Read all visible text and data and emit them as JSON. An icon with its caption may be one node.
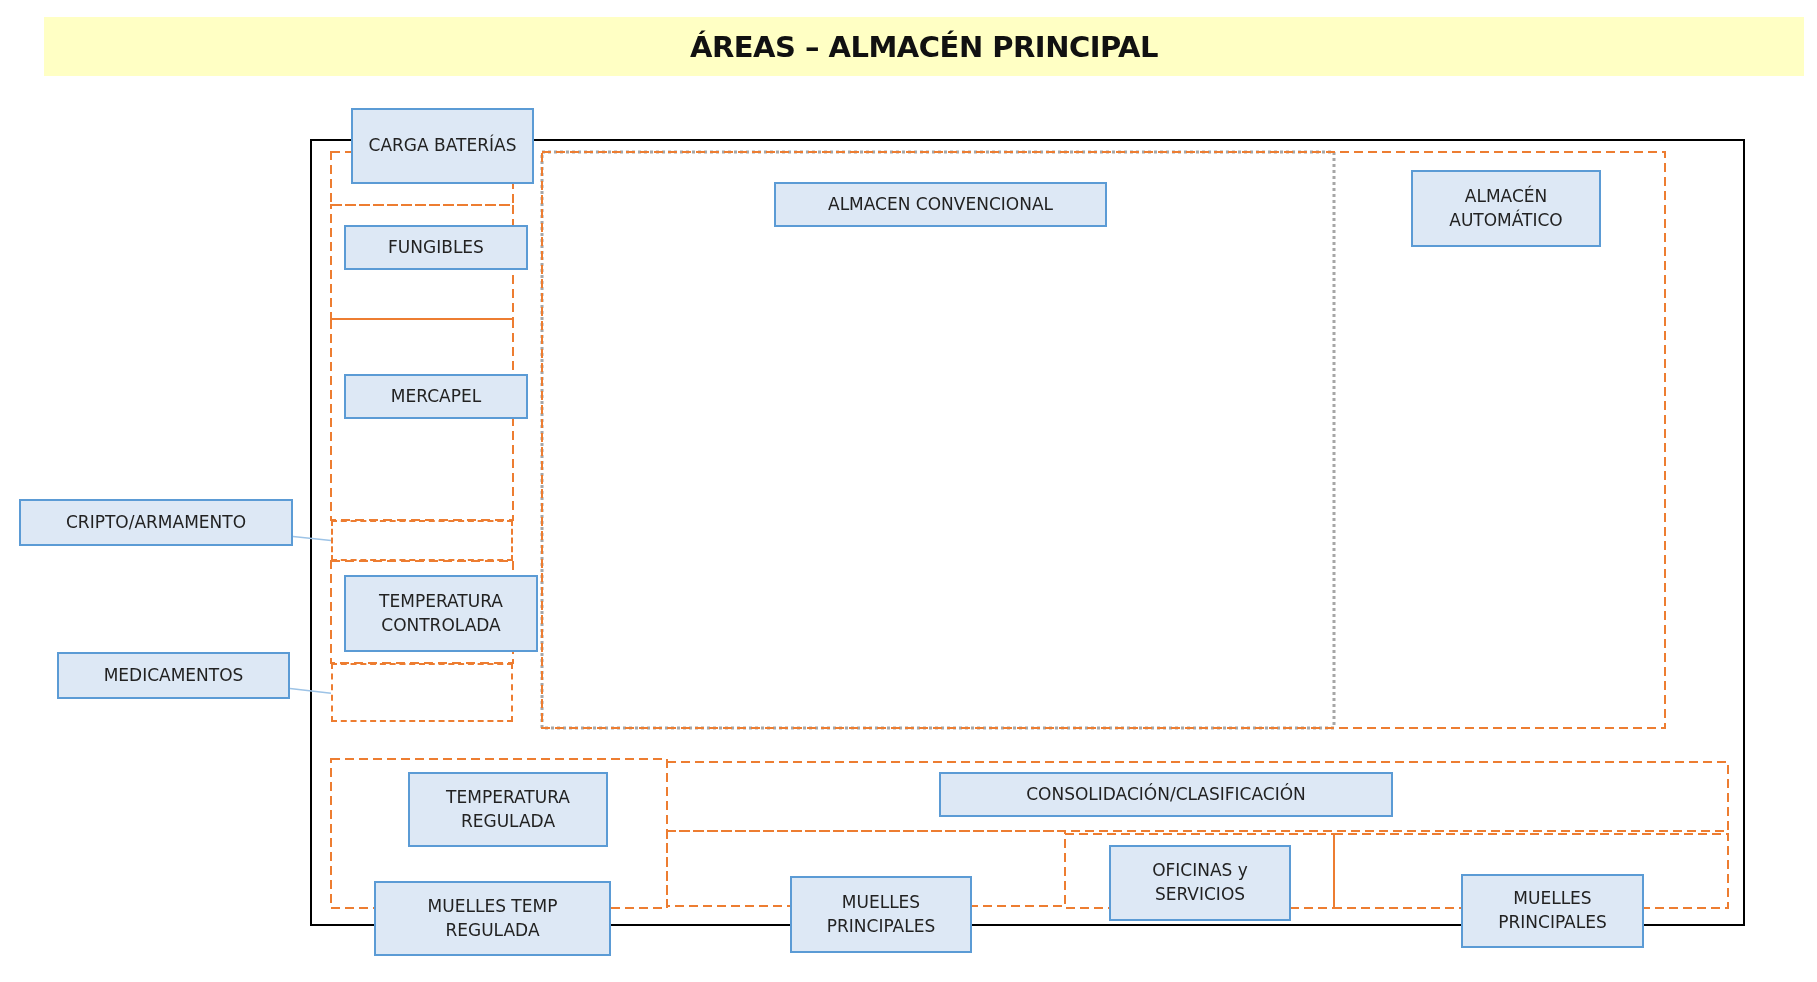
{
  "diagram": {
    "title": "ÁREAS – ALMACÉN PRINCIPAL",
    "nodes": [
      {
        "text": [
          "CARGA BATERÍAS"
        ]
      },
      {
        "text": [
          "ALMACEN CONVENCIONAL"
        ]
      },
      {
        "text": [
          "ALMACÉN AUTOMÁTICO"
        ]
      },
      {
        "text": [
          "FUNGIBLES"
        ]
      },
      {
        "text": [
          "MERCAPEL"
        ]
      },
      {
        "text": [
          "CRIPTO/ARMAMENTO"
        ]
      },
      {
        "text": [],
        "shape": "box"
      },
      {
        "text": [
          "TEMPERATURA CONTROLADA"
        ]
      },
      {
        "text": [
          "MEDICAMENTOS"
        ]
      },
      {
        "text": [],
        "shape": "box"
      },
      {
        "text": [
          "TEMPERATURA REGULADA"
        ]
      },
      {
        "text": [
          "CONSOLIDACIÓN/CLASIFICACIÓN"
        ]
      },
      {
        "text": [
          "OFICINAS y SERVICIOS"
        ]
      },
      {
        "text": [
          "MUELLES TEMP REGULADA"
        ]
      },
      {
        "text": [
          "MUELLES PRINCIPALES"
        ]
      },
      {
        "text": [
          "MUELLES PRINCIPALES"
        ]
      }
    ],
    "edges": [
      {
        "from": 5,
        "to": 6,
        "arrow": "none",
        "color": "#9dc3e6"
      },
      {
        "from": 8,
        "to": 9,
        "arrow": "none",
        "color": "#9dc3e6"
      }
    ]
  }
}
